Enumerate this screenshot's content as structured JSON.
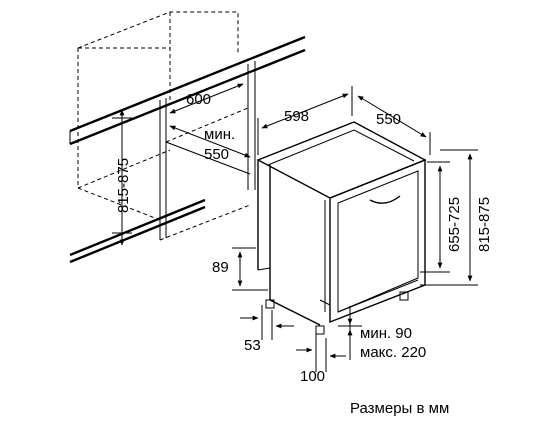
{
  "labels": {
    "niche_width": "600",
    "niche_depth_prefix": "мин.",
    "niche_depth": "550",
    "niche_height": "815-875",
    "appliance_width": "598",
    "appliance_depth": "550",
    "appliance_body_height": "655-725",
    "appliance_total_height": "815-875",
    "toe_kick_height": "89",
    "foot_depth": "53",
    "door_gap_min": "мин. 90",
    "door_gap_max": "макс. 220",
    "foot_offset": "100"
  },
  "caption": "Размеры в мм"
}
